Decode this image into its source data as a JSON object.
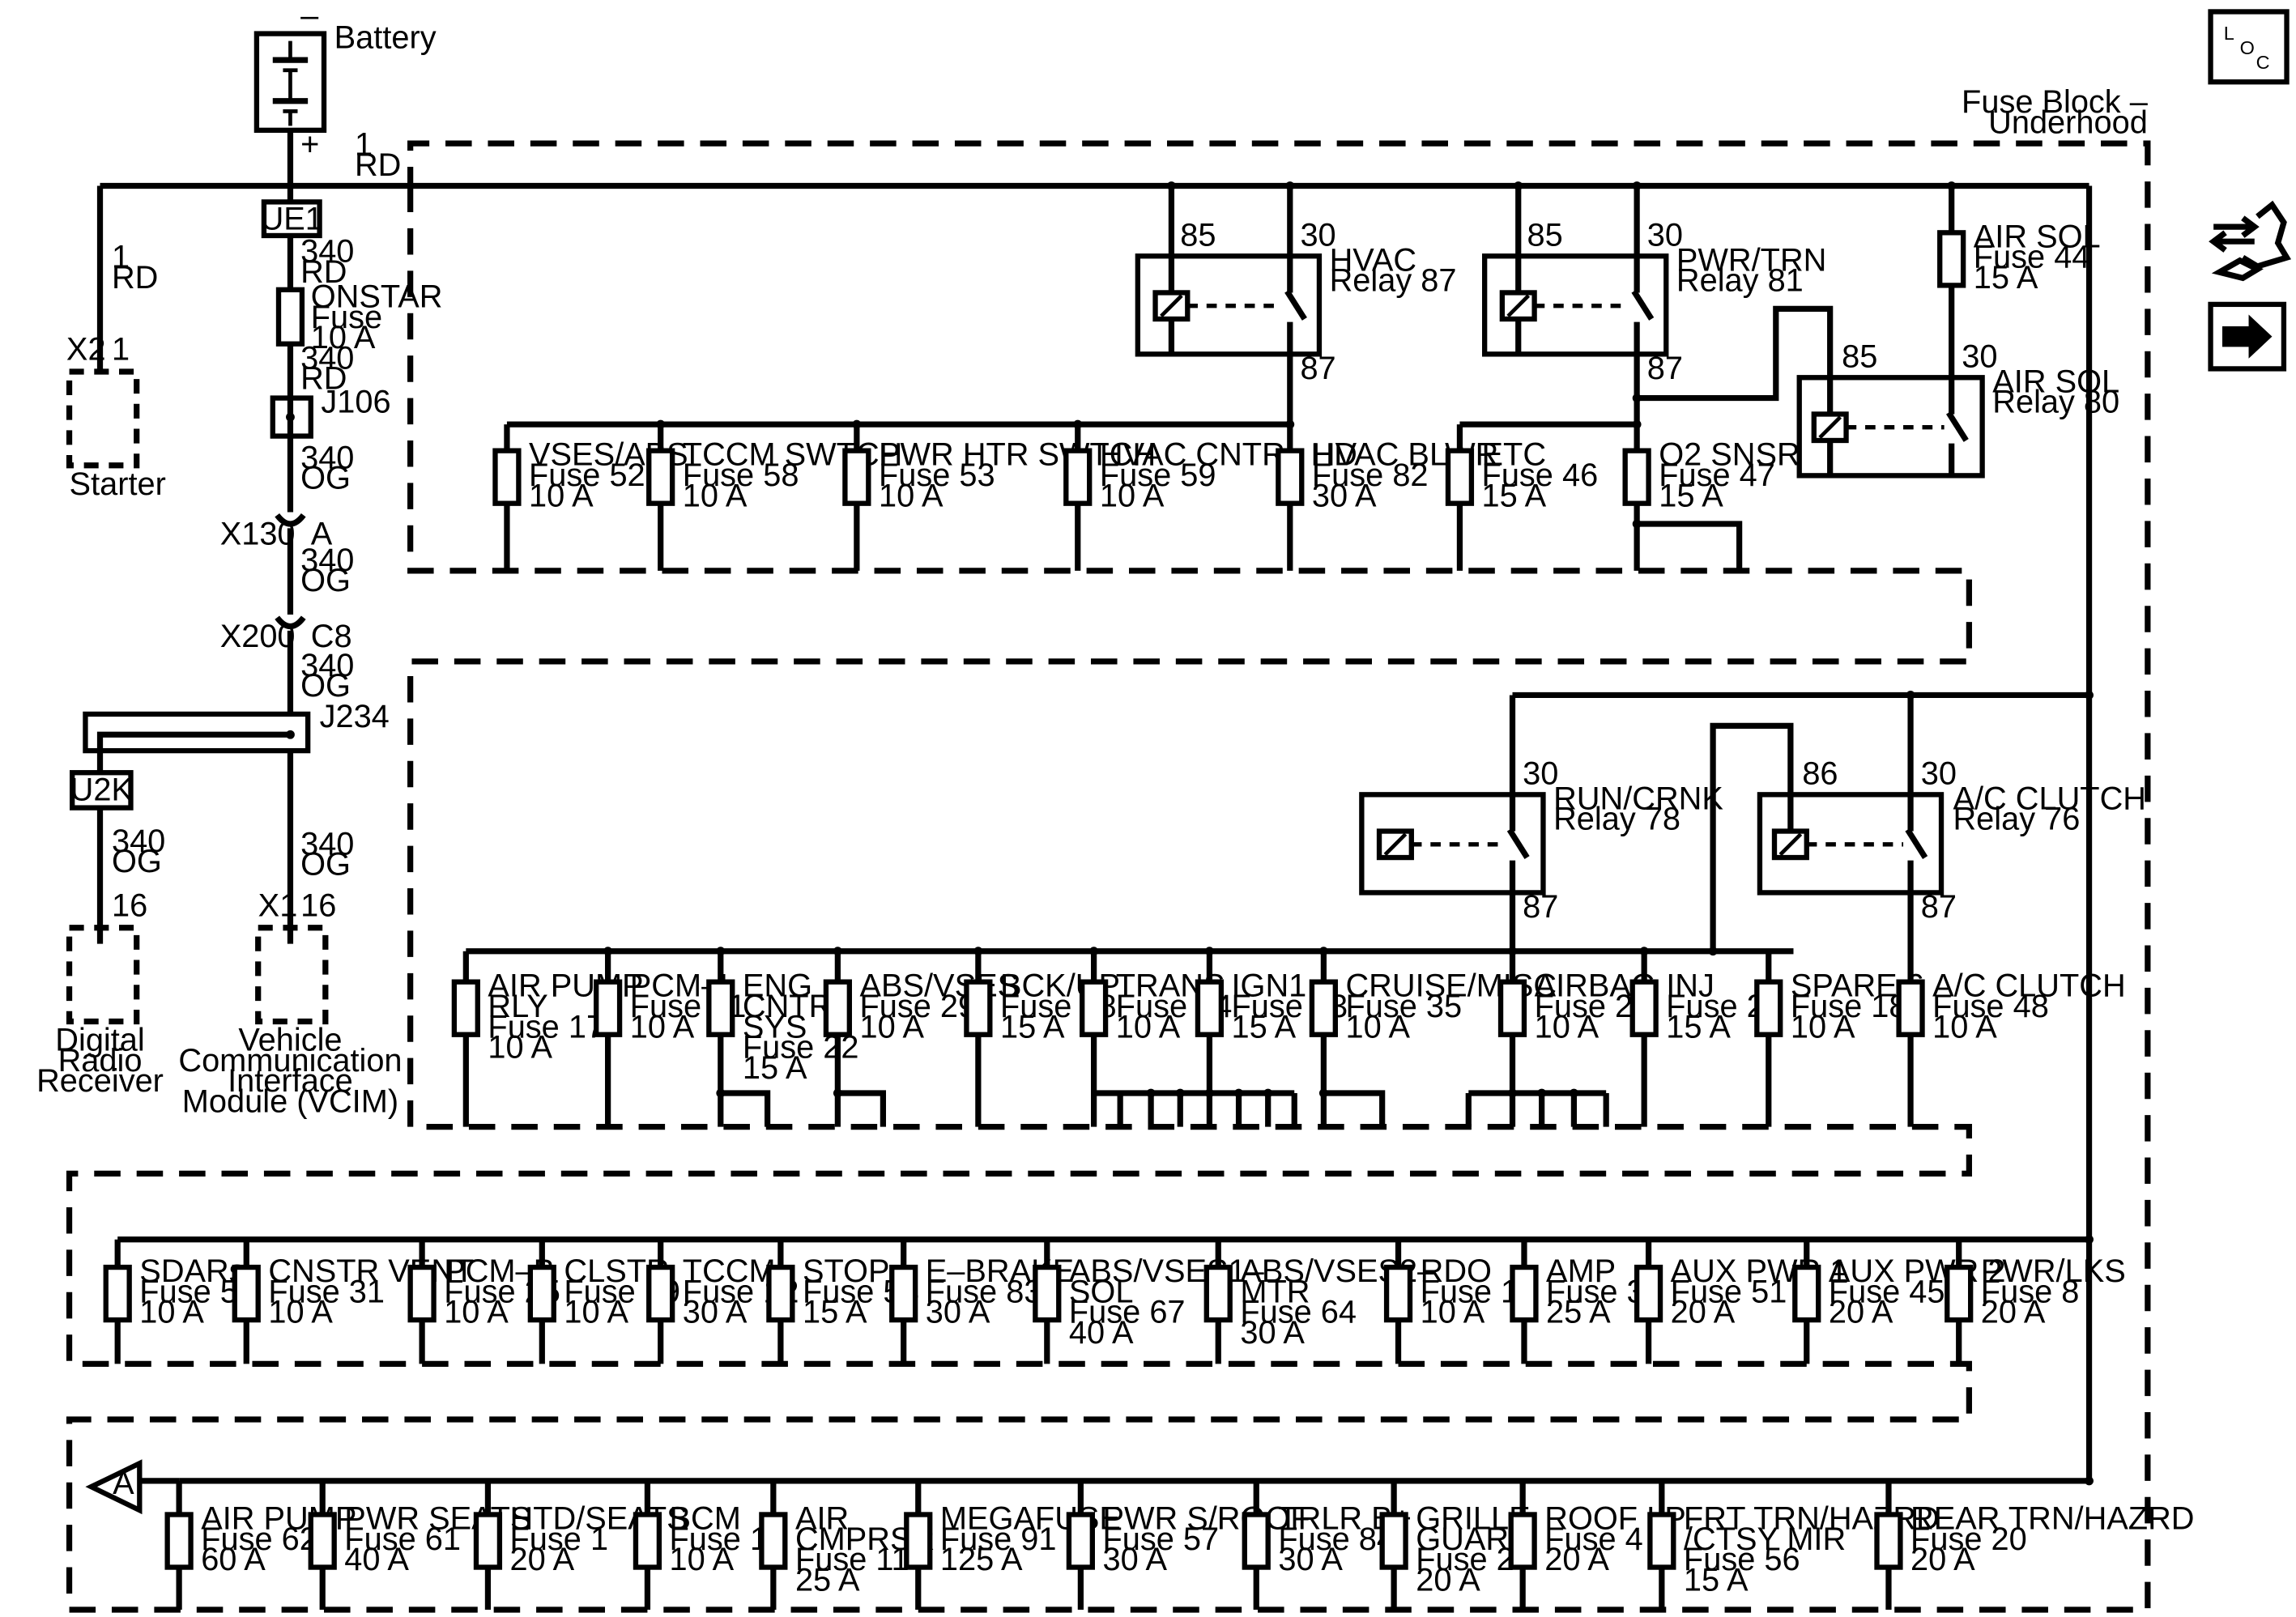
{
  "battery": {
    "label": "Battery",
    "minus": "–",
    "plus": "+"
  },
  "feed": {
    "circuit": "1",
    "color": "RD"
  },
  "starter_feed": {
    "circuit": "1",
    "color": "RD"
  },
  "ue1": "UE1",
  "onstar_wire_a": {
    "circuit": "340",
    "color": "RD"
  },
  "onstar_fuse": {
    "name": "ONSTAR",
    "fuse": "Fuse",
    "rating": "10 A"
  },
  "onstar_wire_b": {
    "circuit": "340",
    "color": "RD"
  },
  "j106": "J106",
  "wire_og_1": {
    "circuit": "340",
    "color": "OG"
  },
  "x130": {
    "conn": "X130",
    "pin": "A"
  },
  "wire_og_2": {
    "circuit": "340",
    "color": "OG"
  },
  "x200": {
    "conn": "X200",
    "pin": "C8"
  },
  "wire_og_3": {
    "circuit": "340",
    "color": "OG"
  },
  "j234": "J234",
  "u2k": "U2K",
  "wire_drr": {
    "circuit": "340",
    "color": "OG"
  },
  "wire_vcim": {
    "circuit": "340",
    "color": "OG"
  },
  "starter": {
    "conn": "X2",
    "pin": "1",
    "label": "Starter"
  },
  "drr": {
    "pin": "16",
    "label": [
      "Digital",
      "Radio",
      "Receiver"
    ]
  },
  "vcim": {
    "conn": "X1",
    "pin": "16",
    "label": [
      "Vehicle",
      "Communication",
      "Interface",
      "Module (VCIM)"
    ]
  },
  "fuse_block": {
    "title": [
      "Fuse Block –",
      "Underhood"
    ]
  },
  "loc": {
    "l": "L",
    "o": "O",
    "c": "C"
  },
  "offpage": "A",
  "relays": [
    {
      "id": "hvac",
      "name": "HVAC",
      "num": "Relay 87",
      "pins": [
        "85",
        "30",
        "87"
      ]
    },
    {
      "id": "pwrtrn",
      "name": "PWR/TRN",
      "num": "Relay 81",
      "pins": [
        "85",
        "30",
        "87"
      ]
    },
    {
      "id": "airsol",
      "name": "AIR SOL",
      "num": "Relay 80",
      "pins": [
        "85",
        "30"
      ]
    },
    {
      "id": "runcrnk",
      "name": "RUN/CRNK",
      "num": "Relay 78",
      "pins": [
        "30",
        "87"
      ]
    },
    {
      "id": "acclutch",
      "name": "A/C CLUTCH",
      "num": "Relay 76",
      "pins": [
        "86",
        "30",
        "87"
      ]
    }
  ],
  "fuses": {
    "row1": [
      {
        "name": [
          "VSES/ABS"
        ],
        "fuse": "Fuse 52",
        "rating": "10 A"
      },
      {
        "name": [
          "TCCM SWTCH"
        ],
        "fuse": "Fuse 58",
        "rating": "10 A"
      },
      {
        "name": [
          "PWR HTR SWTCH"
        ],
        "fuse": "Fuse 53",
        "rating": "10 A"
      },
      {
        "name": [
          "HVAC CNTRL HD"
        ],
        "fuse": "Fuse 59",
        "rating": "10 A"
      },
      {
        "name": [
          "HVAC BLWR"
        ],
        "fuse": "Fuse 82",
        "rating": "30 A"
      },
      {
        "name": [
          "ETC"
        ],
        "fuse": "Fuse 46",
        "rating": "15 A"
      },
      {
        "name": [
          "O2 SNSR"
        ],
        "fuse": "Fuse 47",
        "rating": "15 A"
      },
      {
        "name": [
          "AIR SOL"
        ],
        "fuse": "Fuse 44",
        "rating": "15 A"
      }
    ],
    "row2": [
      {
        "name": [
          "AIR PUMP",
          "RLY"
        ],
        "fuse": "Fuse 17",
        "rating": "10 A"
      },
      {
        "name": [
          "PCM–I"
        ],
        "fuse": "Fuse 21",
        "rating": "10 A"
      },
      {
        "name": [
          "ENG",
          "CNTRL",
          "SYS"
        ],
        "fuse": "Fuse 22",
        "rating": "15 A"
      },
      {
        "name": [
          "ABS/VSES"
        ],
        "fuse": "Fuse 29",
        "rating": "10 A"
      },
      {
        "name": [
          "BCK/UP"
        ],
        "fuse": "Fuse 28",
        "rating": "15 A"
      },
      {
        "name": [
          "TRANS"
        ],
        "fuse": "Fuse 34",
        "rating": "10 A"
      },
      {
        "name": [
          "IGN1"
        ],
        "fuse": "Fuse 33",
        "rating": "15 A"
      },
      {
        "name": [
          "CRUISE/MISC"
        ],
        "fuse": "Fuse 35",
        "rating": "10 A"
      },
      {
        "name": [
          "AIRBAG"
        ],
        "fuse": "Fuse 27",
        "rating": "10 A"
      },
      {
        "name": [
          "INJ"
        ],
        "fuse": "Fuse 23",
        "rating": "15 A"
      },
      {
        "name": [
          "SPARE 6"
        ],
        "fuse": "Fuse 18",
        "rating": "10 A"
      },
      {
        "name": [
          "A/C CLUTCH"
        ],
        "fuse": "Fuse 48",
        "rating": "10 A"
      }
    ],
    "row3": [
      {
        "name": [
          "SDARs"
        ],
        "fuse": "Fuse 50",
        "rating": "10 A"
      },
      {
        "name": [
          "CNSTR VENT"
        ],
        "fuse": "Fuse 31",
        "rating": "10 A"
      },
      {
        "name": [
          "PCM–B"
        ],
        "fuse": "Fuse 25",
        "rating": "10 A"
      },
      {
        "name": [
          "CLSTR"
        ],
        "fuse": "Fuse 19",
        "rating": "10 A"
      },
      {
        "name": [
          "TCCM"
        ],
        "fuse": "Fuse 12",
        "rating": "30 A"
      },
      {
        "name": [
          "STOP"
        ],
        "fuse": "Fuse 54",
        "rating": "15 A"
      },
      {
        "name": [
          "E–BRAKE"
        ],
        "fuse": "Fuse 83",
        "rating": "30 A"
      },
      {
        "name": [
          "ABS/VSES1–",
          "SOL"
        ],
        "fuse": "Fuse 67",
        "rating": "40 A"
      },
      {
        "name": [
          "ABS/VSES2–",
          "MTR"
        ],
        "fuse": "Fuse 64",
        "rating": "30 A"
      },
      {
        "name": [
          "RDO"
        ],
        "fuse": "Fuse 13",
        "rating": "10 A"
      },
      {
        "name": [
          "AMP"
        ],
        "fuse": "Fuse 38",
        "rating": "25 A"
      },
      {
        "name": [
          "AUX PWR 1"
        ],
        "fuse": "Fuse 51",
        "rating": "20 A"
      },
      {
        "name": [
          "AUX PWR 2"
        ],
        "fuse": "Fuse 45",
        "rating": "20 A"
      },
      {
        "name": [
          "PWR/LKS"
        ],
        "fuse": "Fuse 8",
        "rating": "20 A"
      }
    ],
    "row4": [
      {
        "name": [
          "AIR PUMP"
        ],
        "fuse": "Fuse 62",
        "rating": "60 A"
      },
      {
        "name": [
          "PWR SEATS"
        ],
        "fuse": "Fuse 61",
        "rating": "40 A"
      },
      {
        "name": [
          "HTD/SEATS"
        ],
        "fuse": "Fuse 1",
        "rating": "20 A"
      },
      {
        "name": [
          "BCM"
        ],
        "fuse": "Fuse 14",
        "rating": "10 A"
      },
      {
        "name": [
          "AIR",
          "CMPRSR"
        ],
        "fuse": "Fuse 11",
        "rating": "25 A"
      },
      {
        "name": [
          "MEGAFUSE"
        ],
        "fuse": "Fuse 91",
        "rating": "125 A"
      },
      {
        "name": [
          "PWR S/ROOF"
        ],
        "fuse": "Fuse 57",
        "rating": "30 A"
      },
      {
        "name": [
          "TRLR B+"
        ],
        "fuse": "Fuse 84",
        "rating": "30 A"
      },
      {
        "name": [
          "GRILLE",
          "GUARD"
        ],
        "fuse": "Fuse 2",
        "rating": "20 A"
      },
      {
        "name": [
          "ROOF LP"
        ],
        "fuse": "Fuse 4",
        "rating": "20 A"
      },
      {
        "name": [
          "FRT TRN/HAZRD",
          "/CTSY MIR"
        ],
        "fuse": "Fuse 56",
        "rating": "15 A"
      },
      {
        "name": [
          "REAR TRN/HAZRD"
        ],
        "fuse": "Fuse 20",
        "rating": "20 A"
      }
    ]
  }
}
